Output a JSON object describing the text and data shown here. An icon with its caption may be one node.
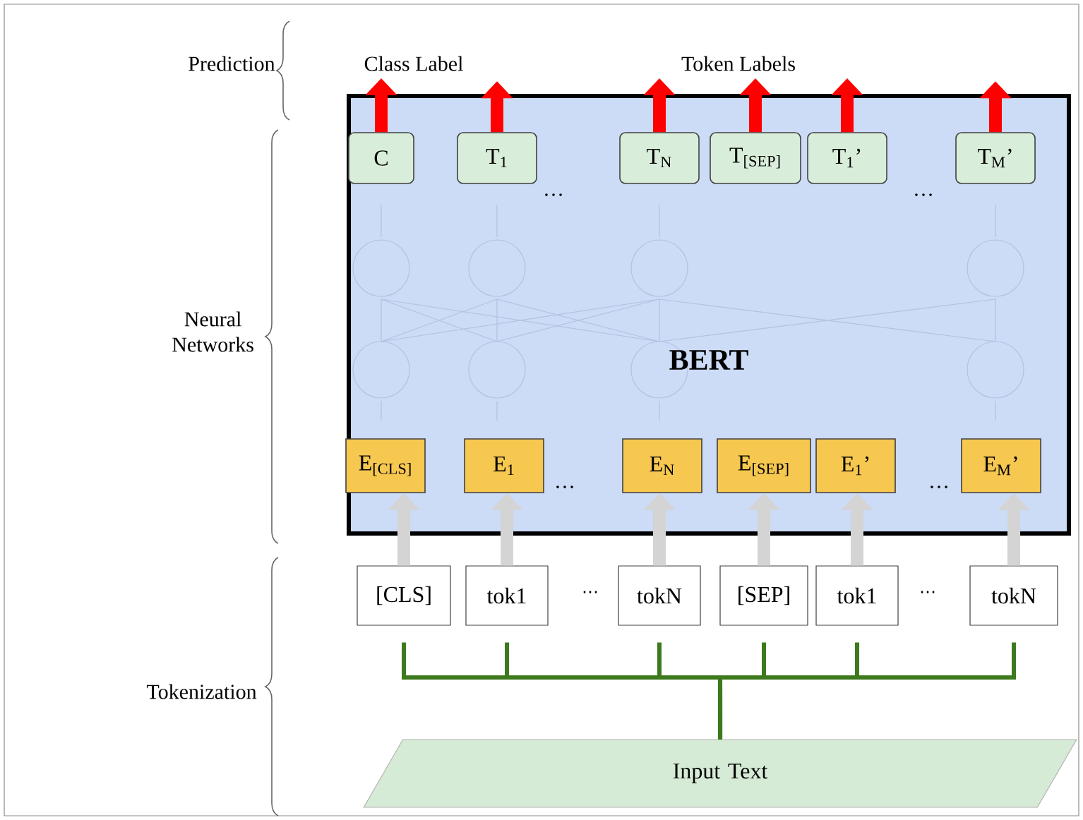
{
  "diagram": {
    "nodes": [
      {
        "text": [
          "BERT"
        ]
      },
      {
        "text": [
          "C"
        ],
        "in": 0
      },
      {
        "text": [
          "T$_{1}$"
        ],
        "in": 0
      },
      {
        "text": [
          "T$_{N}$"
        ],
        "in": 0
      },
      {
        "text": [
          "T$_{[SEP]}$"
        ],
        "in": 0
      },
      {
        "text": [
          "T$_{1}$’"
        ],
        "in": 0
      },
      {
        "text": [
          "T$_{M}$’"
        ],
        "in": 0
      },
      {
        "text": [
          "E$_{[CLS]}$"
        ],
        "in": 0
      },
      {
        "text": [
          "E$_{1}$"
        ],
        "in": 0
      },
      {
        "text": [
          "E$_{N}$"
        ],
        "in": 0
      },
      {
        "text": [
          "E$_{[SEP]}$"
        ],
        "in": 0
      },
      {
        "text": [
          "E$_{1}$’"
        ],
        "in": 0
      },
      {
        "text": [
          "E$_{M}$’"
        ],
        "in": 0
      },
      {
        "text": [
          "[CLS]"
        ]
      },
      {
        "text": [
          "tok1"
        ]
      },
      {
        "text": [
          "tokN"
        ]
      },
      {
        "text": [
          "[SEP]"
        ]
      },
      {
        "text": [
          "tok1"
        ]
      },
      {
        "text": [
          "tokN"
        ]
      },
      {
        "text": [
          "Input Text"
        ]
      },
      {
        "text": [
          "Class Label"
        ]
      },
      {
        "text": [
          "Token Labels"
        ]
      }
    ],
    "edges": [
      {
        "from": 1,
        "to": 20,
        "arrow": "to",
        "color": "#ff0000"
      },
      {
        "from": 2,
        "to": null,
        "arrow": "to",
        "color": "#ff0000"
      },
      {
        "from": 3,
        "to": 21,
        "arrow": "to",
        "color": "#ff0000"
      },
      {
        "from": 4,
        "to": 21,
        "arrow": "to",
        "color": "#ff0000"
      },
      {
        "from": 5,
        "to": 21,
        "arrow": "to",
        "color": "#ff0000"
      },
      {
        "from": 6,
        "to": null,
        "arrow": "to",
        "color": "#ff0000"
      },
      {
        "from": 13,
        "to": 7,
        "arrow": "to",
        "color": "#d4d4d4"
      },
      {
        "from": 14,
        "to": 8,
        "arrow": "to",
        "color": "#d4d4d4"
      },
      {
        "from": 15,
        "to": 9,
        "arrow": "to",
        "color": "#d4d4d4"
      },
      {
        "from": 16,
        "to": 10,
        "arrow": "to",
        "color": "#d4d4d4"
      },
      {
        "from": 17,
        "to": 11,
        "arrow": "to",
        "color": "#d4d4d4"
      },
      {
        "from": 18,
        "to": 12,
        "arrow": "to",
        "color": "#d4d4d4"
      },
      {
        "from": 19,
        "to": 13,
        "arrow": "none",
        "color": "#3d7a1e"
      },
      {
        "from": 19,
        "to": 14,
        "arrow": "none",
        "color": "#3d7a1e"
      },
      {
        "from": 19,
        "to": 15,
        "arrow": "none",
        "color": "#3d7a1e"
      },
      {
        "from": 19,
        "to": 16,
        "arrow": "none",
        "color": "#3d7a1e"
      },
      {
        "from": 19,
        "to": 17,
        "arrow": "none",
        "color": "#3d7a1e"
      },
      {
        "from": 19,
        "to": 18,
        "arrow": "none",
        "color": "#3d7a1e"
      }
    ],
    "labels": [
      "Prediction",
      "…",
      "…",
      "Neural Networks",
      "…",
      "…",
      "⋯",
      "⋯",
      "Tokenization"
    ]
  }
}
